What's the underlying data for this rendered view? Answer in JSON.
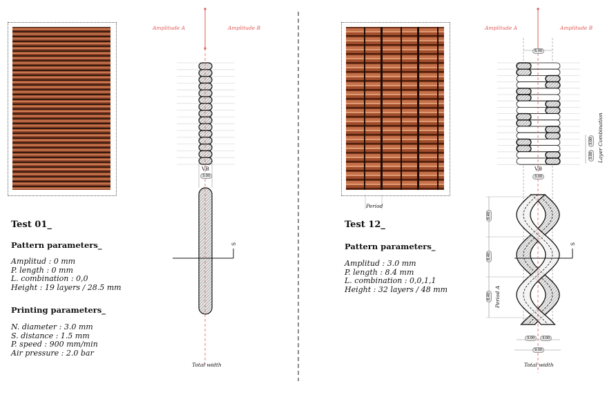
{
  "test01": {
    "title": "Test 01_",
    "pattern_heading": "Pattern parameters_",
    "pattern": [
      "Amplitud : 0 mm",
      "P. length : 0 mm",
      "L. combination : 0,0",
      "Height : 19 layers / 28.5 mm"
    ],
    "printing_heading": "Printing parameters_",
    "printing": [
      "N. diameter : 3.0 mm",
      "S. distance : 1.5 mm",
      "P. speed : 900 mm/min",
      "Air pressure : 2.0 bar"
    ],
    "diagram": {
      "amp_a": "Amplitude A",
      "amp_b": "Amplitude B",
      "vb": "VB",
      "vb_dim": "3.00",
      "section": "S",
      "total_width": "Total width"
    }
  },
  "test12": {
    "title": "Test 12_",
    "pattern_heading": "Pattern parameters_",
    "pattern": [
      "Amplitud : 3.0 mm",
      "P. length : 8.4 mm",
      "L. combination : 0,0,1,1",
      "Height : 32 layers /  48 mm"
    ],
    "photo_label": "Period",
    "diagram": {
      "amp_a": "Amplitude A",
      "amp_b": "Amplitude B",
      "amp_dim": "6.00",
      "vb": "VB",
      "vb_dim": "3.00",
      "layer_dims": [
        "3.00",
        "3.00"
      ],
      "layer_label": "Layer Combination",
      "period_dims": [
        "8.40",
        "8.40",
        "8.40"
      ],
      "period_label": "Period A",
      "bottom_dims": [
        "3.00",
        "3.00"
      ],
      "total_dim": "9.00",
      "section": "S",
      "total_width": "Total width"
    }
  },
  "colors": {
    "accent": "#e05a55"
  }
}
